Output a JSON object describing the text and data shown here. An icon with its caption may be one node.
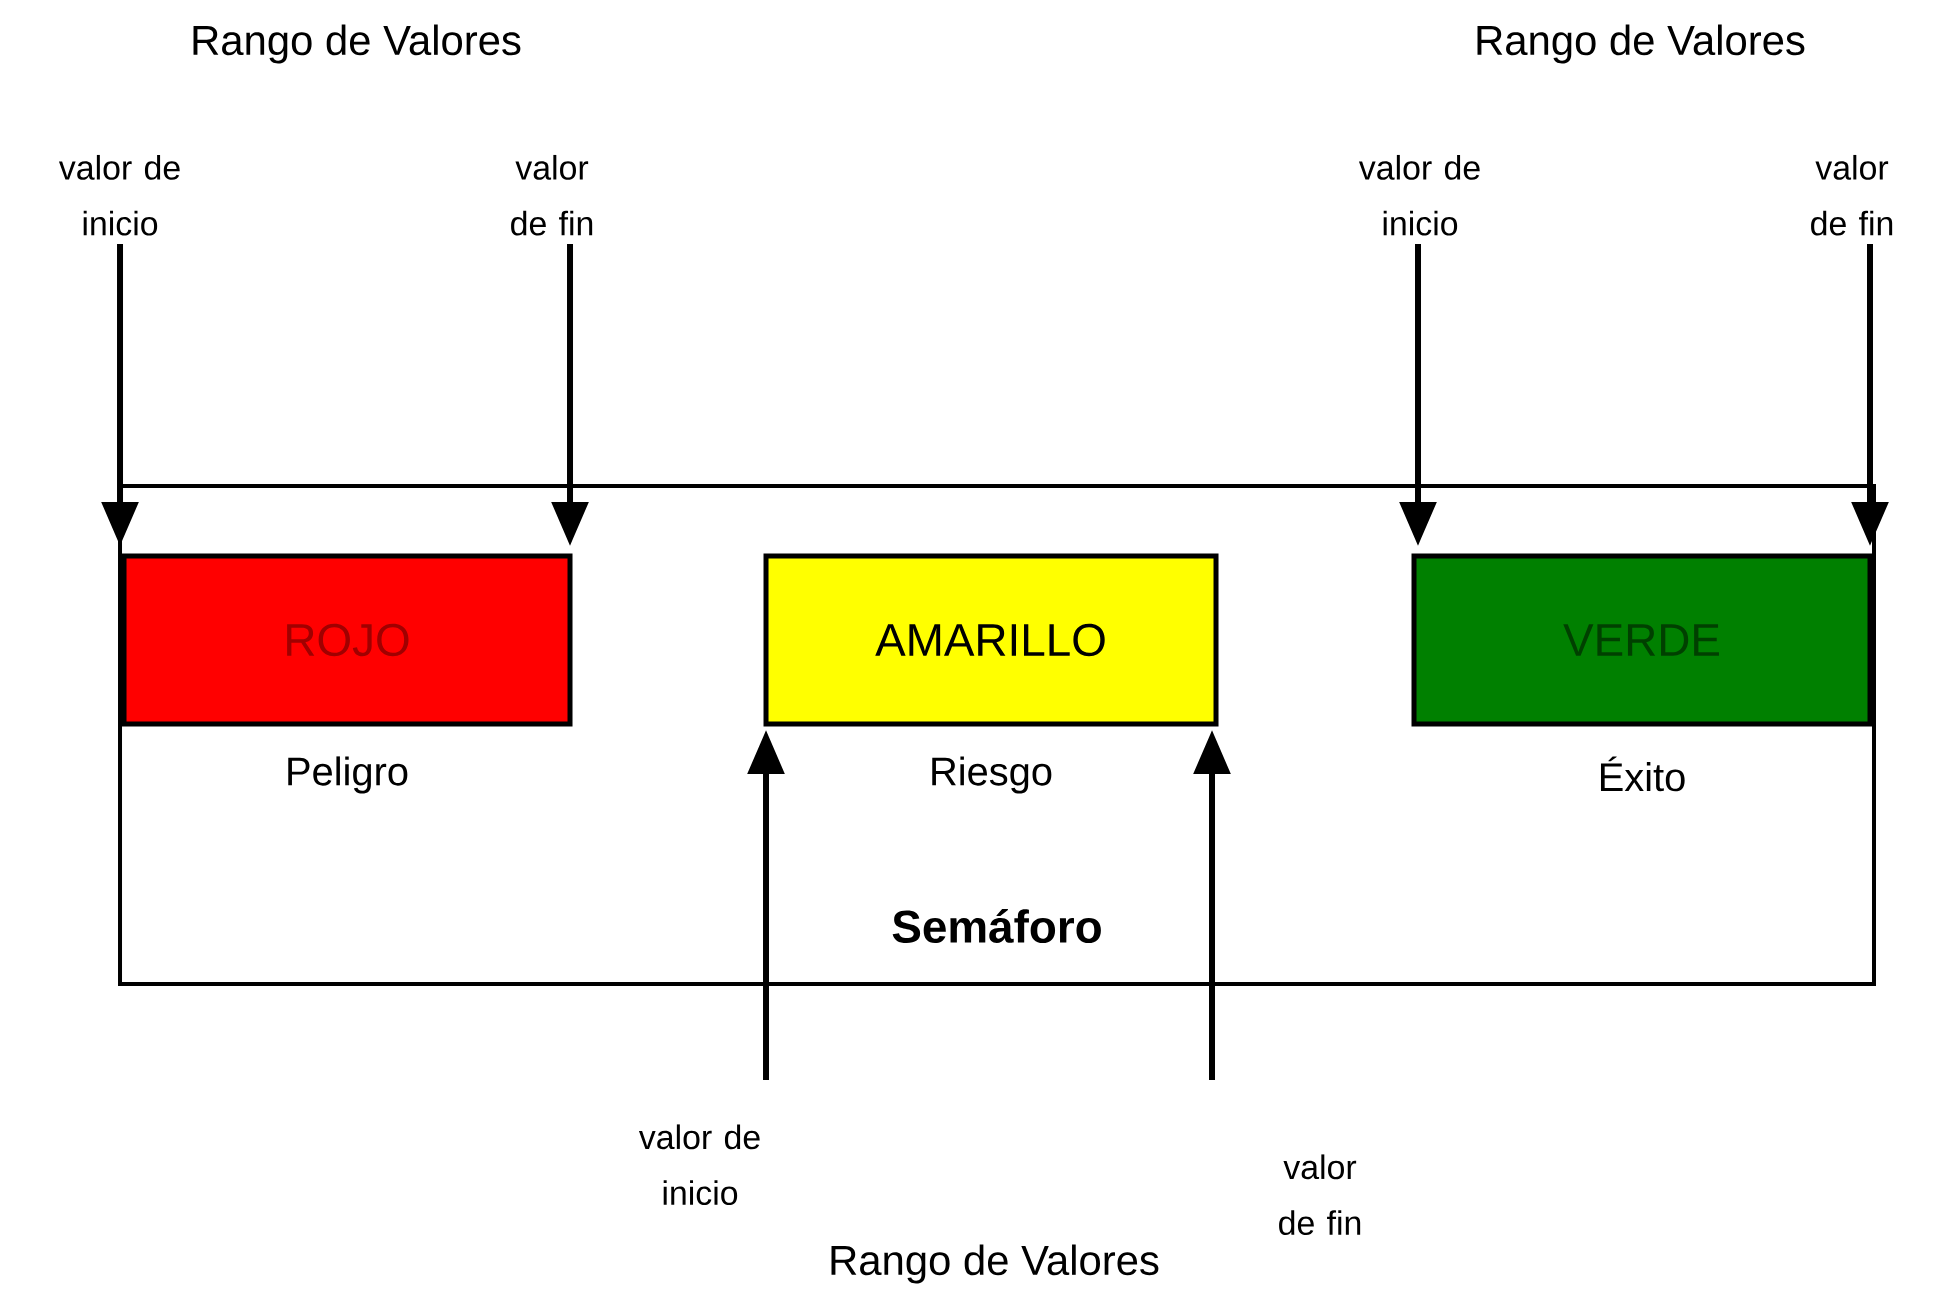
{
  "diagram": {
    "nodes": [
      {
        "text": [
          "Semáforo"
        ]
      },
      {
        "text": [
          "ROJO"
        ],
        "in": 0,
        "beside": [
          "Peligro"
        ]
      },
      {
        "text": [
          "AMARILLO"
        ],
        "in": 0,
        "beside": [
          "Riesgo"
        ]
      },
      {
        "text": [
          "VERDE"
        ],
        "in": 0,
        "beside": [
          "Éxito"
        ]
      },
      {
        "text": [
          "valor de inicio"
        ]
      },
      {
        "text": [
          "valor de fin"
        ]
      },
      {
        "text": [
          "valor de inicio"
        ]
      },
      {
        "text": [
          "valor de fin"
        ]
      },
      {
        "text": [
          "valor de inicio"
        ]
      },
      {
        "text": [
          "valor de fin"
        ]
      }
    ],
    "edges": [
      {
        "from": 4,
        "to": 1,
        "arrow": "to"
      },
      {
        "from": 5,
        "to": 1,
        "arrow": "to"
      },
      {
        "from": 6,
        "to": 3,
        "arrow": "to"
      },
      {
        "from": 7,
        "to": 3,
        "arrow": "to"
      },
      {
        "from": 8,
        "to": 2,
        "arrow": "to"
      },
      {
        "from": 9,
        "to": 2,
        "arrow": "to"
      }
    ],
    "labels": [
      "Rango de Valores",
      "Rango de Valores",
      "Rango de Valores"
    ]
  }
}
